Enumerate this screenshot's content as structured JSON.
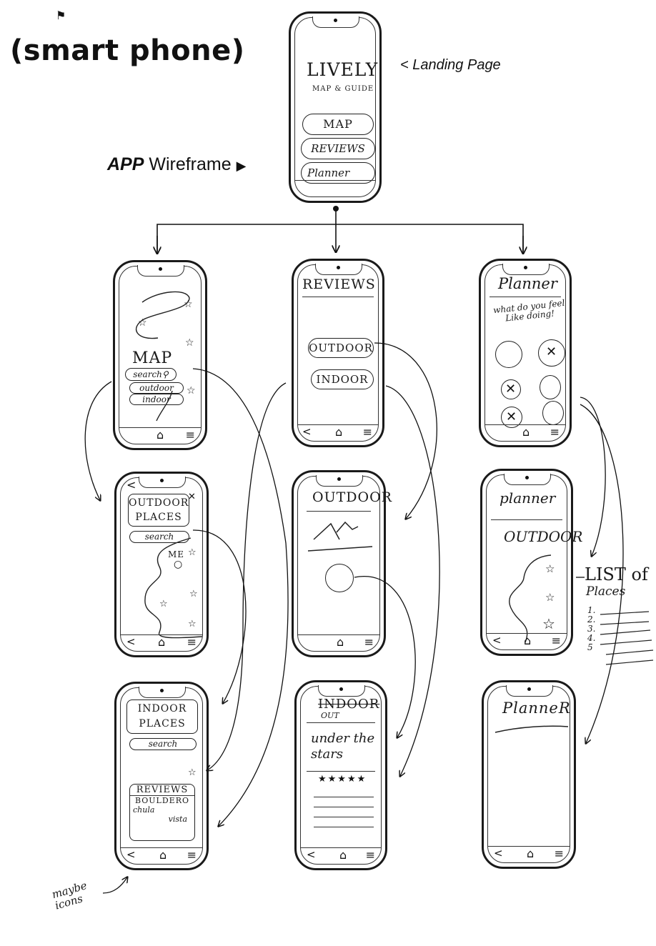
{
  "page": {
    "heading": "(smart phone)",
    "wireframe_label_bold": "APP",
    "wireframe_label_rest": "Wireframe",
    "landing_note": "< Landing Page",
    "margin_note": "maybe icons"
  },
  "landing": {
    "title": "LIVELY",
    "subtitle": "MAP & GUIDE",
    "buttons": [
      "MAP",
      "REVIEWS",
      "Planner"
    ]
  },
  "map_screen": {
    "title": "MAP",
    "search": "search",
    "filters": [
      "outdoor",
      "indoor"
    ]
  },
  "reviews_screen": {
    "title": "REVIEWS",
    "buttons": [
      "OUTDOOR",
      "INDOOR"
    ]
  },
  "planner_screen": {
    "title": "Planner",
    "prompt": "what do you feel Like doing!"
  },
  "outdoor_places": {
    "title": "OUTDOOR PLACES",
    "search": "search",
    "me": "ME"
  },
  "outdoor_review": {
    "title": "OUTDOOR"
  },
  "planner_outdoor": {
    "title": "planner",
    "subtitle": "OUTdoor"
  },
  "indoor_places": {
    "title": "INDOOR PLACES",
    "search": "search",
    "reviews_title": "REVIEWS",
    "reviews_items": [
      "BOULDERO",
      "chula",
      "vista"
    ]
  },
  "indoor_review": {
    "title": "INDOOR",
    "title_correction": "OUT",
    "place": "under the stars",
    "rating": "★★★★★"
  },
  "planner_blank": {
    "title": "PlanneR"
  },
  "list_of_places": {
    "title": "LIST of",
    "subtitle": "Places",
    "numbers": [
      "1.",
      "2.",
      "3.",
      "4.",
      "5"
    ]
  }
}
